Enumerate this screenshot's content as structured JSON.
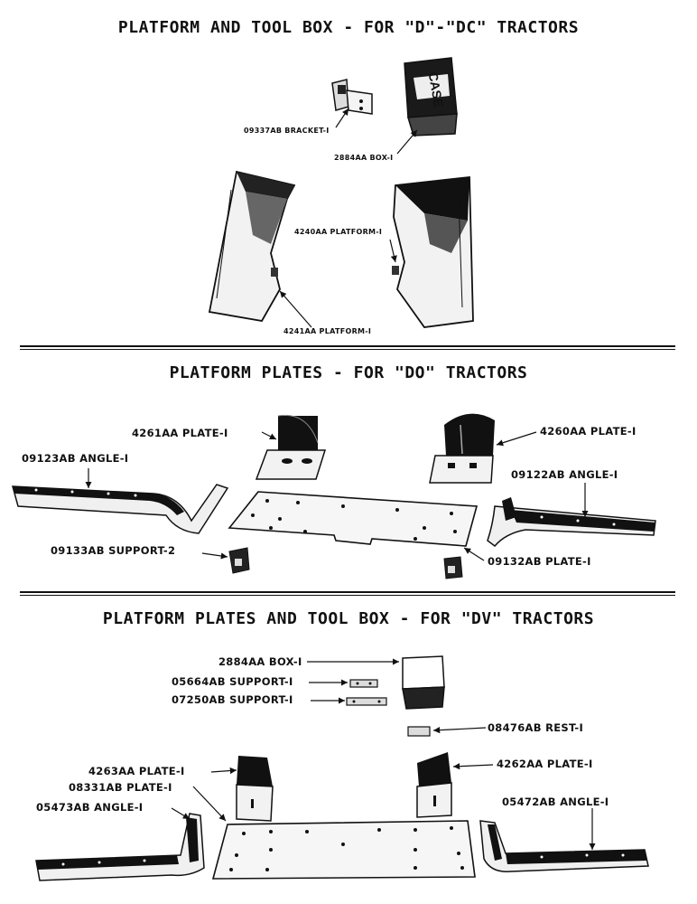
{
  "sections": [
    {
      "title": "PLATFORM AND TOOL BOX - FOR \"D\"-\"DC\" TRACTORS",
      "parts": [
        {
          "label": "09337AB BRACKET-I"
        },
        {
          "label": "2884AA BOX-I",
          "box_text": "CASE"
        },
        {
          "label": "4240AA PLATFORM-I"
        },
        {
          "label": "4241AA PLATFORM-I"
        }
      ]
    },
    {
      "title": "PLATFORM PLATES - FOR \"DO\" TRACTORS",
      "parts": [
        {
          "label": "4261AA PLATE-I"
        },
        {
          "label": "4260AA PLATE-I"
        },
        {
          "label": "09123AB ANGLE-I"
        },
        {
          "label": "09122AB ANGLE-I"
        },
        {
          "label": "09133AB SUPPORT-2"
        },
        {
          "label": "09132AB PLATE-I"
        }
      ]
    },
    {
      "title": "PLATFORM PLATES AND TOOL BOX - FOR \"DV\" TRACTORS",
      "parts": [
        {
          "label": "2884AA BOX-I"
        },
        {
          "label": "05664AB SUPPORT-I"
        },
        {
          "label": "07250AB SUPPORT-I"
        },
        {
          "label": "08476AB REST-I"
        },
        {
          "label": "4263AA PLATE-I"
        },
        {
          "label": "08331AB PLATE-I"
        },
        {
          "label": "4262AA PLATE-I"
        },
        {
          "label": "05473AB ANGLE-I"
        },
        {
          "label": "05472AB ANGLE-I"
        }
      ]
    }
  ]
}
